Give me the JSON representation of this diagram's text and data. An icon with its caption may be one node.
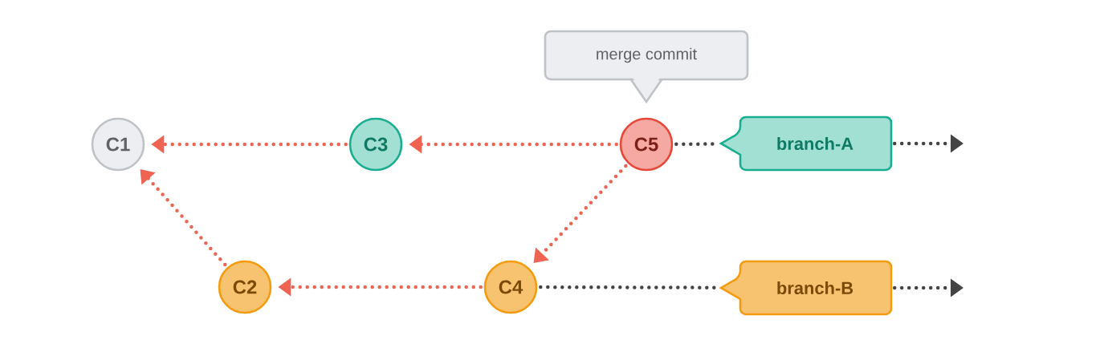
{
  "diagram": {
    "nodes": [
      {
        "text": [
          "merge commit"
        ]
      },
      {
        "text": [
          "C1"
        ]
      },
      {
        "text": [
          "C3"
        ]
      },
      {
        "text": [
          "C5"
        ]
      },
      {
        "text": [
          "branch-A"
        ]
      },
      {
        "text": [
          "C2"
        ]
      },
      {
        "text": [
          "C4"
        ]
      },
      {
        "text": [
          "branch-B"
        ]
      }
    ],
    "edges": [
      {
        "from": 2,
        "to": 1,
        "arrow": "to"
      },
      {
        "from": 3,
        "to": 2,
        "arrow": "to"
      },
      {
        "from": 5,
        "to": 1,
        "arrow": "to"
      },
      {
        "from": 6,
        "to": 5,
        "arrow": "to"
      },
      {
        "from": 3,
        "to": 6,
        "arrow": "to"
      },
      {
        "from": 3,
        "to": 4,
        "arrow": "none",
        "color": "#444444"
      },
      {
        "from": 6,
        "to": 7,
        "arrow": "none",
        "color": "#444444"
      },
      {
        "from": 4,
        "to": null,
        "arrow": "to",
        "color": "#444444"
      },
      {
        "from": 7,
        "to": null,
        "arrow": "to",
        "color": "#444444"
      }
    ]
  }
}
